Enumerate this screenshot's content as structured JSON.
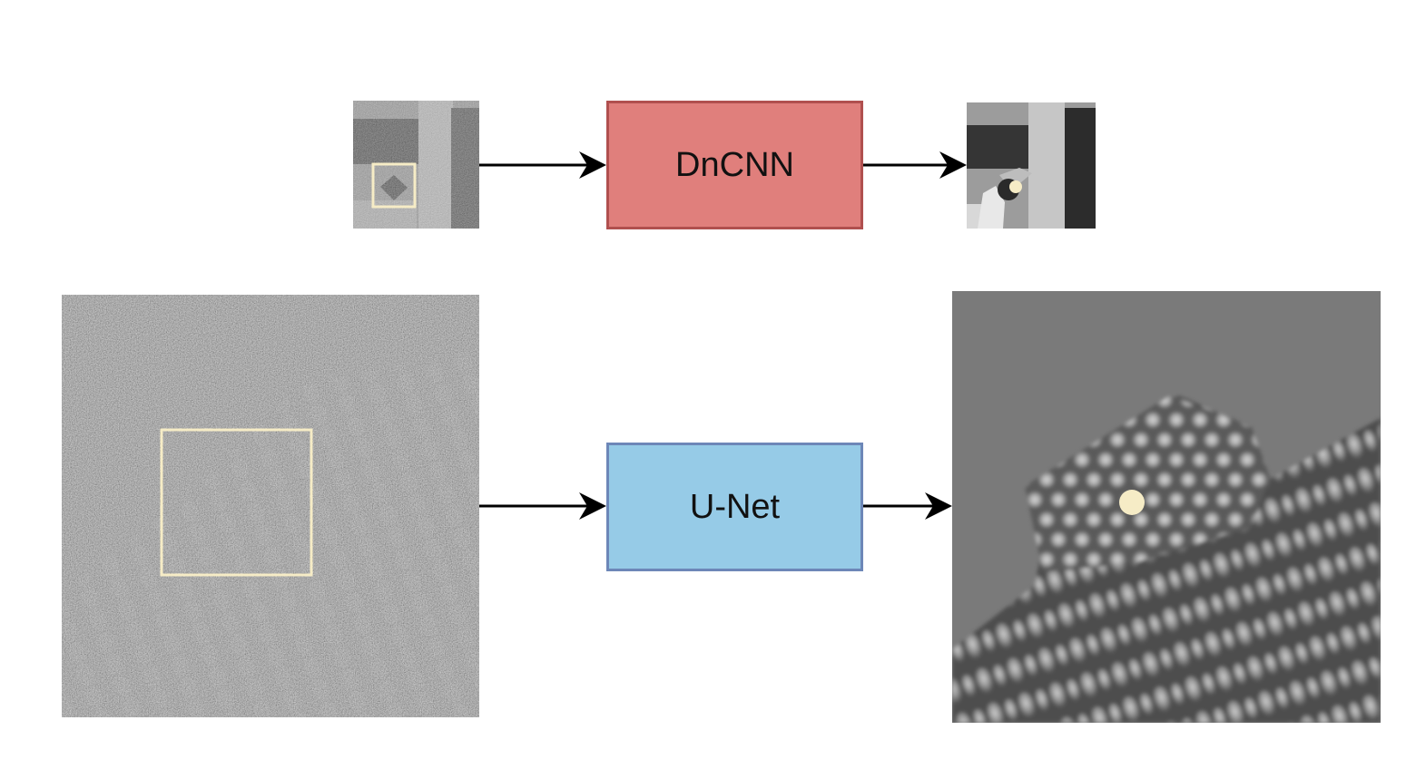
{
  "colors": {
    "dncnn_fill": "#e07f7c",
    "dncnn_border": "#b0504f",
    "unet_fill": "#96cbe7",
    "unet_border": "#6d87b8",
    "highlight": "#f6ecc6",
    "arrow": "#000000"
  },
  "top_row": {
    "model_label": "DnCNN",
    "input_image": "noisy-natural-photo",
    "output_image": "denoised-natural-photo"
  },
  "bottom_row": {
    "model_label": "U-Net",
    "input_image": "noisy-atomic-lattice",
    "output_image": "denoised-atomic-lattice"
  }
}
